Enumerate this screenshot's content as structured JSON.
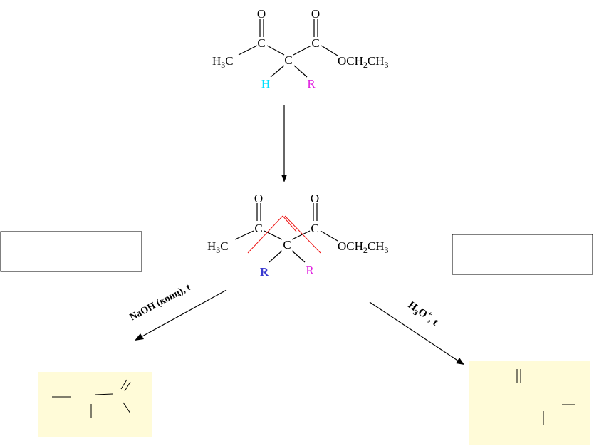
{
  "top_molecule": {
    "o1": "O",
    "o2": "O",
    "c_keto": "C",
    "c_ester": "C",
    "c_alpha": "C",
    "h3c": "H",
    "h3c_sub": "3",
    "h3c_c": "C",
    "ester_a": "OCH",
    "ester_sub": "2",
    "ester_b": "CH",
    "ester_sub2": "3",
    "h": "H",
    "r": "R"
  },
  "middle_molecule": {
    "o1": "O",
    "o2": "O",
    "c_keto": "C",
    "c_ester": "C",
    "c_alpha": "C",
    "h3c": "H",
    "h3c_sub": "3",
    "h3c_c": "C",
    "ester_a": "OCH",
    "ester_sub": "2",
    "ester_b": "CH",
    "ester_sub2": "3",
    "r1": "R",
    "r2": "R"
  },
  "left_condition": {
    "text": "NaOH (конц), t"
  },
  "right_condition": {
    "reagent": "H",
    "sub": "3",
    "rest": "O",
    "sup": "+",
    "tail": ", t"
  },
  "colors": {
    "h_color": "#00e0ff",
    "r_magenta": "#e020e0",
    "r_blue": "#3a3ad0",
    "cut_lines": "#ee1111",
    "product_fill": "#fffbd8",
    "text": "#000000"
  }
}
